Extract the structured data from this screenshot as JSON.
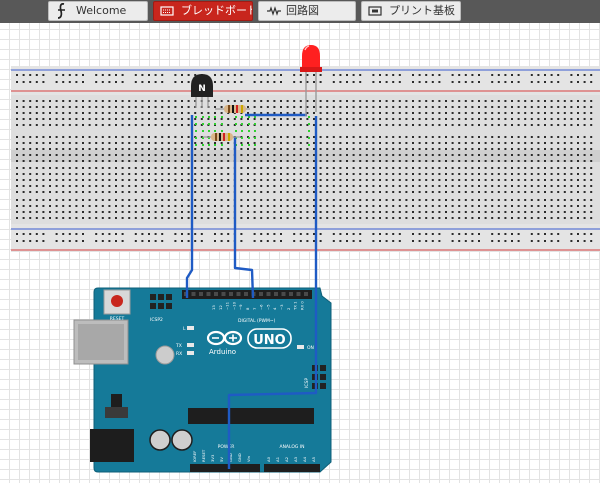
{
  "tabs": [
    {
      "label": "Welcome",
      "icon": "fritzing-f-icon"
    },
    {
      "label": "ブレッドボード",
      "icon": "breadboard-icon"
    },
    {
      "label": "回路図",
      "icon": "schematic-icon"
    },
    {
      "label": "プリント基板",
      "icon": "pcb-icon"
    }
  ],
  "active_tab": "ブレッドボード",
  "arduino": {
    "reset_label": "RESET",
    "icsp2_label": "ICSP2",
    "icsp_label": "ICSP",
    "digital_label": "DIGITAL (PWM~)",
    "aref_label": "AREF",
    "gnd_label": "GND",
    "l_label": "L",
    "tx_label": "TX",
    "rx_label": "RX",
    "on_label": "ON",
    "logo_text": "UNO",
    "brand_text": "Arduino",
    "power_label": "POWER",
    "analog_label": "ANALOG IN",
    "power_pins": [
      "IOREF",
      "RESET",
      "3V3",
      "5V",
      "GND",
      "GND",
      "Vin"
    ],
    "analog_pins": [
      "A0",
      "A1",
      "A2",
      "A3",
      "A4",
      "A5"
    ],
    "digital_pins": [
      "13",
      "12",
      "~11",
      "~10",
      "~9",
      "8",
      "7",
      "~6",
      "~5",
      "4",
      "~3",
      "2",
      "TX 1",
      "RX 0"
    ]
  },
  "colors": {
    "active_tab": "#c8261d",
    "wire": "#1f5bc4",
    "arduino_board": "#157a99",
    "breadboard": "#dcdcdc",
    "rail_red": "#d94040",
    "rail_blue": "#3a5bd0",
    "led": "#ff2020",
    "hole_highlight": "#2fd02f"
  }
}
